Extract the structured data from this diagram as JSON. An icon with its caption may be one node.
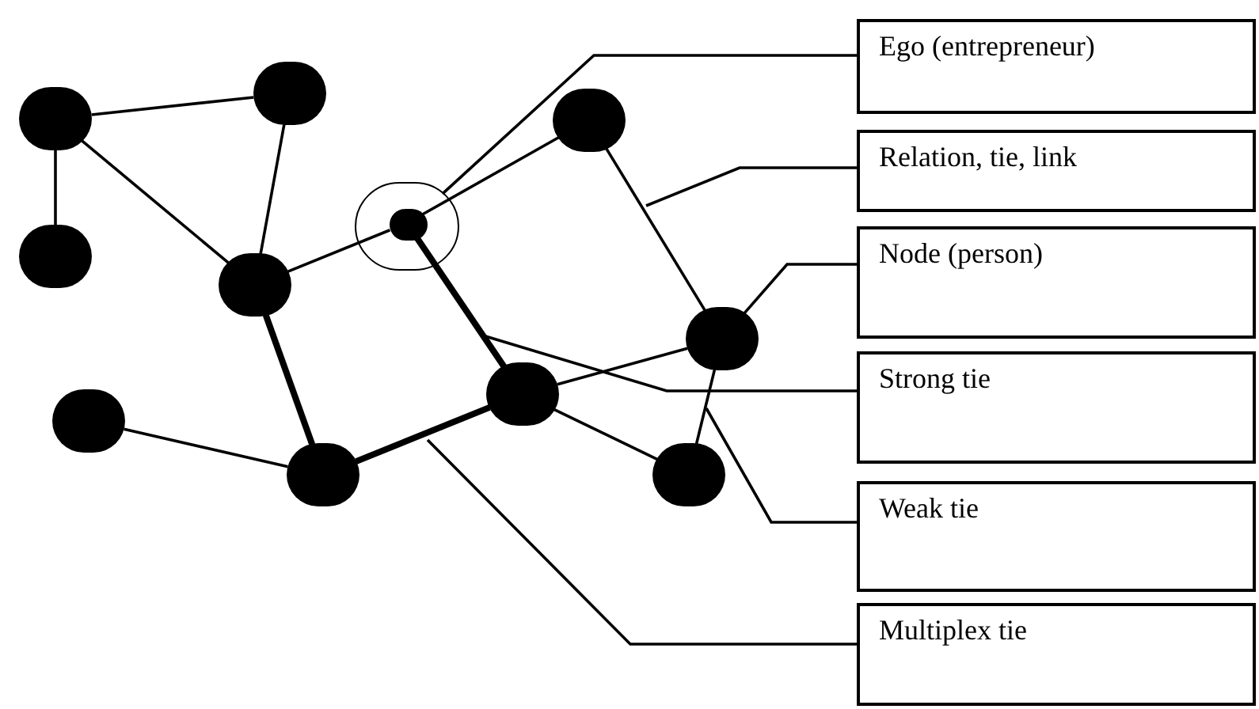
{
  "diagram": {
    "nodes": [
      {
        "text": [],
        "shape": "circle"
      },
      {
        "text": [],
        "shape": "circle"
      },
      {
        "text": [],
        "shape": "circle"
      },
      {
        "text": [],
        "shape": "circle"
      },
      {
        "text": [],
        "shape": "circle",
        "in": 3
      },
      {
        "text": [],
        "shape": "circle"
      },
      {
        "text": [],
        "shape": "circle"
      },
      {
        "text": [],
        "shape": "circle"
      },
      {
        "text": [],
        "shape": "circle"
      },
      {
        "text": [],
        "shape": "circle"
      },
      {
        "text": [],
        "shape": "circle"
      },
      {
        "text": [],
        "shape": "circle"
      },
      {
        "text": [
          "Ego (entrepreneur)"
        ]
      },
      {
        "text": [
          "Relation, tie, link"
        ]
      },
      {
        "text": [
          "Node (person)"
        ]
      },
      {
        "text": [
          "Strong tie"
        ]
      },
      {
        "text": [
          "Weak tie"
        ]
      },
      {
        "text": [
          "Multiplex tie"
        ]
      }
    ],
    "edges": [
      {
        "from": 0,
        "to": 1,
        "arrow": "none"
      },
      {
        "from": 0,
        "to": 5,
        "arrow": "none"
      },
      {
        "from": 0,
        "to": 6,
        "arrow": "none"
      },
      {
        "from": 1,
        "to": 6,
        "arrow": "none"
      },
      {
        "from": 6,
        "to": 4,
        "arrow": "none"
      },
      {
        "from": 4,
        "to": 2,
        "arrow": "none"
      },
      {
        "from": 4,
        "to": 8,
        "arrow": "none",
        "style": "thick"
      },
      {
        "from": 6,
        "to": 10,
        "arrow": "none",
        "style": "thick"
      },
      {
        "from": 10,
        "to": 8,
        "arrow": "none",
        "style": "thick"
      },
      {
        "from": 8,
        "to": 7,
        "arrow": "none"
      },
      {
        "from": 8,
        "to": 11,
        "arrow": "none"
      },
      {
        "from": 7,
        "to": 11,
        "arrow": "none"
      },
      {
        "from": 2,
        "to": 7,
        "arrow": "none"
      },
      {
        "from": 9,
        "to": 10,
        "arrow": "none"
      },
      {
        "from": 12,
        "to": 3,
        "arrow": "none"
      },
      {
        "from": 13,
        "to": null,
        "arrow": "none"
      },
      {
        "from": 14,
        "to": 7,
        "arrow": "none"
      },
      {
        "from": 15,
        "to": null,
        "arrow": "none"
      },
      {
        "from": 16,
        "to": null,
        "arrow": "none"
      },
      {
        "from": 17,
        "to": null,
        "arrow": "none"
      }
    ]
  }
}
